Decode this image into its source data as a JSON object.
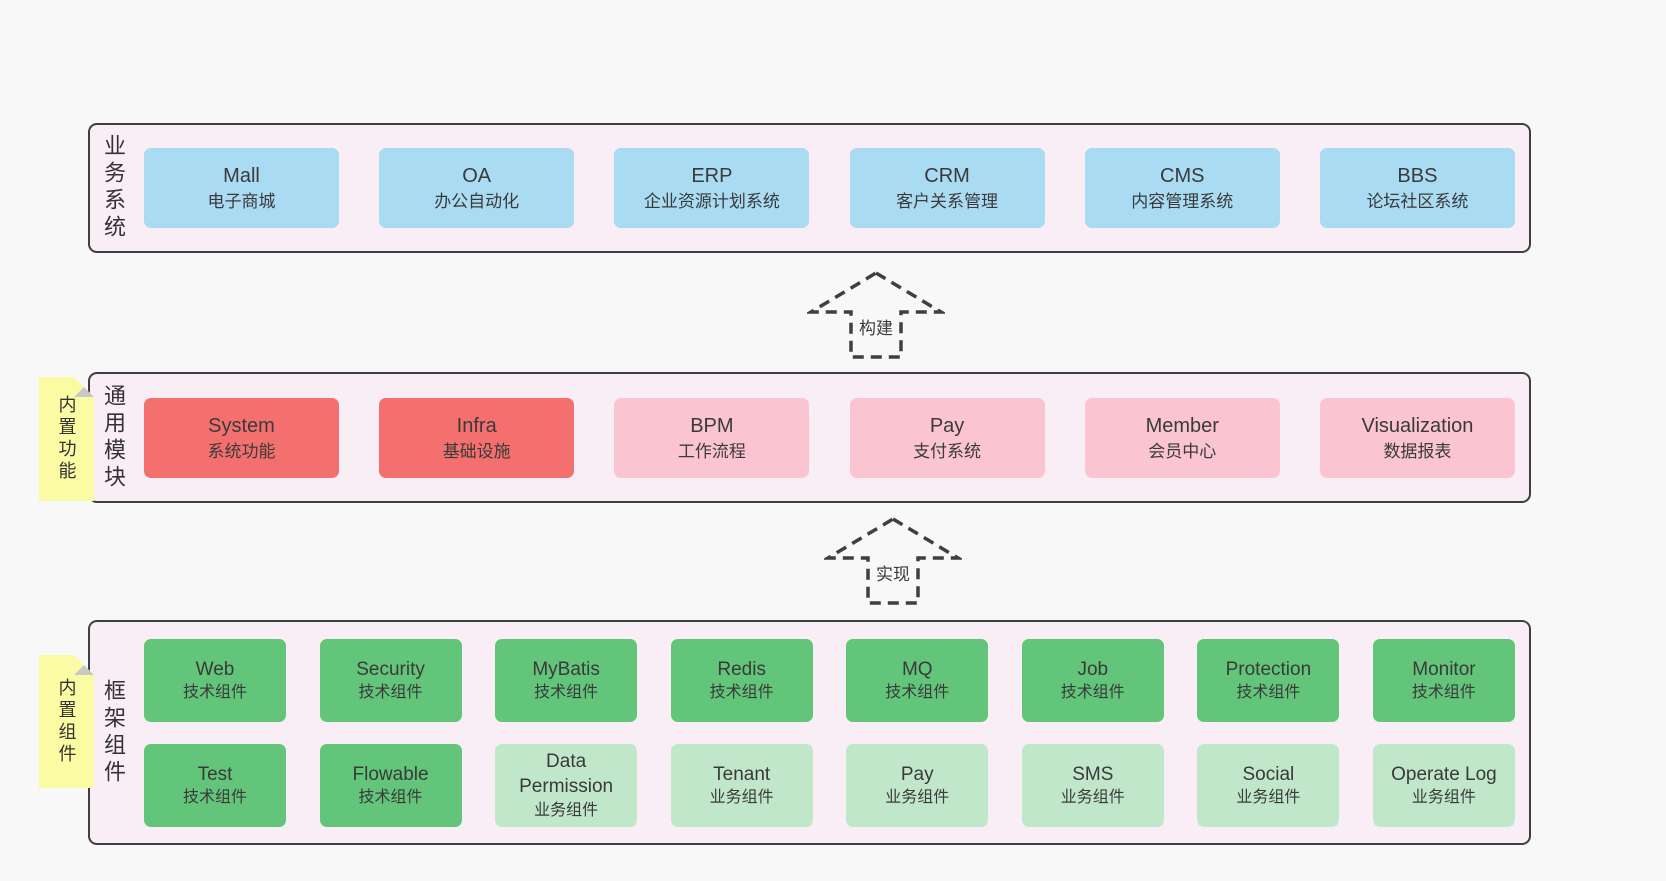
{
  "colors": {
    "page_bg": "#f8f8f8",
    "layer_bg": "#f9edf6",
    "layer_border": "#3f3f3f",
    "blue_box": "#a9dbf3",
    "red_box": "#f4706f",
    "pink_box": "#fac5d0",
    "green_box": "#62c57a",
    "light_green_box": "#c1e7ca",
    "sticky_yellow": "#fbfba3",
    "sticky_fold": "#c8c8c8",
    "text": "#3a3a3a"
  },
  "arrows": [
    {
      "label": "构建"
    },
    {
      "label": "实现"
    }
  ],
  "layers": [
    {
      "label": "业务系统",
      "boxes": [
        {
          "title": "Mall",
          "subtitle": "电子商城",
          "variant": "blue"
        },
        {
          "title": "OA",
          "subtitle": "办公自动化",
          "variant": "blue"
        },
        {
          "title": "ERP",
          "subtitle": "企业资源计划系统",
          "variant": "blue"
        },
        {
          "title": "CRM",
          "subtitle": "客户关系管理",
          "variant": "blue"
        },
        {
          "title": "CMS",
          "subtitle": "内容管理系统",
          "variant": "blue"
        },
        {
          "title": "BBS",
          "subtitle": "论坛社区系统",
          "variant": "blue"
        }
      ]
    },
    {
      "label": "通用模块",
      "sticky": "内置功能",
      "boxes": [
        {
          "title": "System",
          "subtitle": "系统功能",
          "variant": "red"
        },
        {
          "title": "Infra",
          "subtitle": "基础设施",
          "variant": "red"
        },
        {
          "title": "BPM",
          "subtitle": "工作流程",
          "variant": "pink"
        },
        {
          "title": "Pay",
          "subtitle": "支付系统",
          "variant": "pink"
        },
        {
          "title": "Member",
          "subtitle": "会员中心",
          "variant": "pink"
        },
        {
          "title": "Visualization",
          "subtitle": "数据报表",
          "variant": "pink"
        }
      ]
    },
    {
      "label": "框架组件",
      "sticky": "内置组件",
      "rows": [
        {
          "boxes": [
            {
              "title": "Web",
              "subtitle": "技术组件",
              "variant": "green"
            },
            {
              "title": "Security",
              "subtitle": "技术组件",
              "variant": "green"
            },
            {
              "title": "MyBatis",
              "subtitle": "技术组件",
              "variant": "green"
            },
            {
              "title": "Redis",
              "subtitle": "技术组件",
              "variant": "green"
            },
            {
              "title": "MQ",
              "subtitle": "技术组件",
              "variant": "green"
            },
            {
              "title": "Job",
              "subtitle": "技术组件",
              "variant": "green"
            },
            {
              "title": "Protection",
              "subtitle": "技术组件",
              "variant": "green"
            },
            {
              "title": "Monitor",
              "subtitle": "技术组件",
              "variant": "green"
            }
          ]
        },
        {
          "boxes": [
            {
              "title": "Test",
              "subtitle": "技术组件",
              "variant": "green"
            },
            {
              "title": "Flowable",
              "subtitle": "技术组件",
              "variant": "green"
            },
            {
              "title": "Data Permission",
              "subtitle": "业务组件",
              "variant": "lightgreen"
            },
            {
              "title": "Tenant",
              "subtitle": "业务组件",
              "variant": "lightgreen"
            },
            {
              "title": "Pay",
              "subtitle": "业务组件",
              "variant": "lightgreen"
            },
            {
              "title": "SMS",
              "subtitle": "业务组件",
              "variant": "lightgreen"
            },
            {
              "title": "Social",
              "subtitle": "业务组件",
              "variant": "lightgreen"
            },
            {
              "title": "Operate Log",
              "subtitle": "业务组件",
              "variant": "lightgreen"
            }
          ]
        }
      ]
    }
  ]
}
